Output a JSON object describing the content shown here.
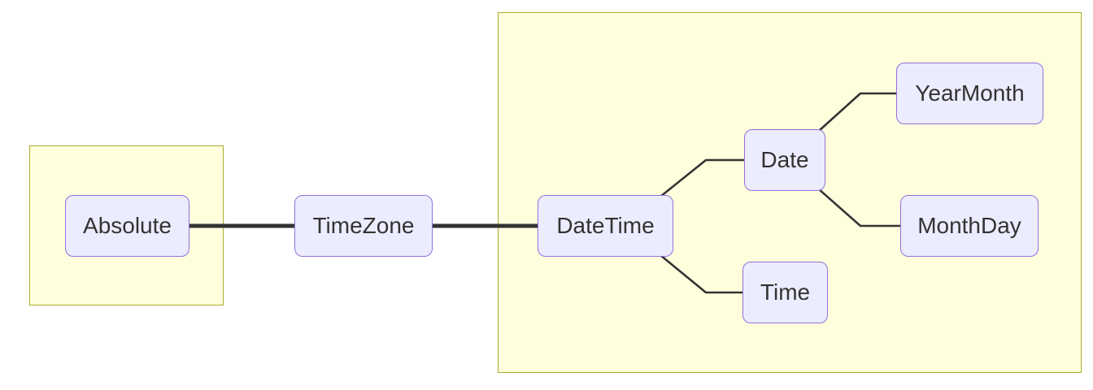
{
  "diagram": {
    "type": "graph-diagram",
    "description": "Type-hierarchy diagram with two subgraph clusters connected by thick links",
    "clusters": [
      {
        "id": "left-cluster",
        "label": "",
        "contains": [
          "Absolute"
        ]
      },
      {
        "id": "right-cluster",
        "label": "",
        "contains": [
          "DateTime",
          "Date",
          "Time",
          "YearMonth",
          "MonthDay"
        ]
      }
    ],
    "nodes": [
      {
        "id": "absolute",
        "label": "Absolute"
      },
      {
        "id": "timezone",
        "label": "TimeZone"
      },
      {
        "id": "datetime",
        "label": "DateTime"
      },
      {
        "id": "date",
        "label": "Date"
      },
      {
        "id": "yearmonth",
        "label": "YearMonth"
      },
      {
        "id": "monthday",
        "label": "MonthDay"
      },
      {
        "id": "time",
        "label": "Time"
      }
    ],
    "edges": [
      {
        "from": "Absolute",
        "to": "TimeZone",
        "style": "thick"
      },
      {
        "from": "TimeZone",
        "to": "DateTime",
        "style": "thick"
      },
      {
        "from": "DateTime",
        "to": "Date",
        "style": "normal"
      },
      {
        "from": "DateTime",
        "to": "Time",
        "style": "normal"
      },
      {
        "from": "Date",
        "to": "YearMonth",
        "style": "normal"
      },
      {
        "from": "Date",
        "to": "MonthDay",
        "style": "normal"
      }
    ],
    "colors": {
      "node_fill": "#ECECFF",
      "node_border": "#9370DB",
      "cluster_fill": "#FFFFDE",
      "cluster_border": "#AAAA33",
      "edge": "#333333",
      "text": "#333333",
      "background": "#FFFFFF"
    }
  }
}
